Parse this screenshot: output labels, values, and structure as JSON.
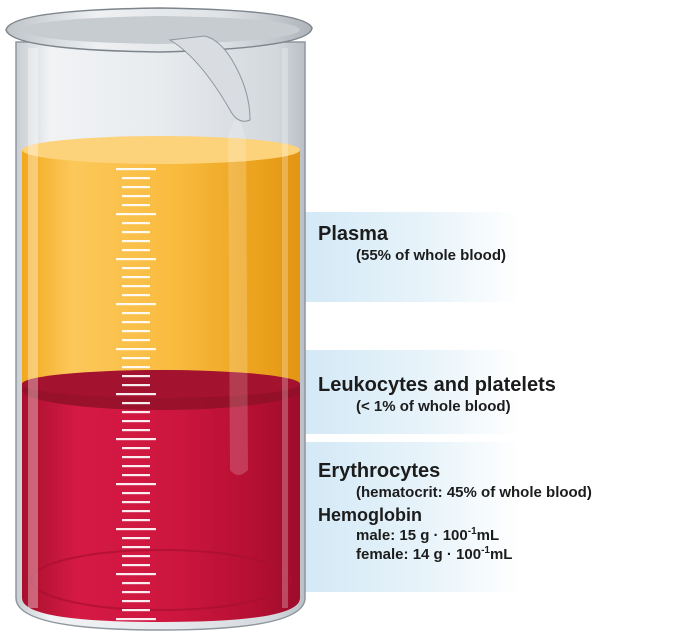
{
  "layers": {
    "plasma": {
      "title": "Plasma",
      "detail": "(55% of whole blood)",
      "color": "#f7b733"
    },
    "buffy": {
      "title": "Leukocytes and platelets",
      "detail": "(< 1% of whole blood)",
      "color": "#8a0f24"
    },
    "erythrocytes": {
      "title": "Erythrocytes",
      "detail": "(hematocrit: 45% of whole blood)",
      "color": "#c8143a"
    }
  },
  "hemoglobin": {
    "title": "Hemoglobin",
    "male_prefix": "male: 15 g · 100",
    "female_prefix": "female: 14 g · 100",
    "exponent": "-1",
    "unit": "mL"
  },
  "colors": {
    "band": "#d3e9f6",
    "glass": "#e9ecef",
    "scale_marks": "#ffffff"
  }
}
